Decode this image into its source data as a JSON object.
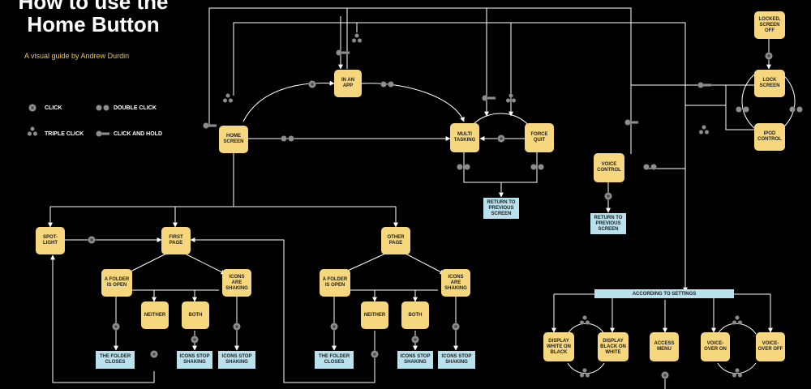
{
  "header": {
    "title_line1": "How to use the",
    "title_line2": "Home Button",
    "subtitle": "A visual guide by Andrew Durdin"
  },
  "legend": {
    "click": "CLICK",
    "double_click": "DOUBLE CLICK",
    "triple_click": "TRIPLE CLICK",
    "click_and_hold": "CLICK AND HOLD"
  },
  "nodes": {
    "home_screen": "HOME\nSCREEN",
    "in_an_app": "IN AN\nAPP",
    "multitasking": "MULTI\nTASKING",
    "force_quit": "FORCE\nQUIT",
    "voice_control": "VOICE\nCONTROL",
    "locked_screen_off": "LOCKED,\nSCREEN\nOFF",
    "lock_screen": "LOCK\nSCREEN",
    "ipod_control": "IPOD\nCONTROL",
    "spotlight": "SPOT-\nLIGHT",
    "first_page": "FIRST\nPAGE",
    "other_page": "OTHER\nPAGE",
    "folder_open_1": "A FOLDER\nIS OPEN",
    "icons_shaking_1": "ICONS\nARE\nSHAKING",
    "neither_1": "NEITHER",
    "both_1": "BOTH",
    "folder_open_2": "A FOLDER\nIS OPEN",
    "icons_shaking_2": "ICONS\nARE\nSHAKING",
    "neither_2": "NEITHER",
    "both_2": "BOTH",
    "display_white": "DISPLAY\nWHITE ON\nBLACK",
    "display_black": "DISPLAY\nBLACK ON\nWHITE",
    "access_menu": "ACCESS\nMENU",
    "voiceover_on": "VOICE-\nOVER ON",
    "voiceover_off": "VOICE-\nOVER OFF"
  },
  "results": {
    "return_prev_1": "RETURN TO\nPREVIOUS\nSCREEN",
    "return_prev_2": "RETURN TO\nPREVIOUS\nSCREEN",
    "folder_closes_1": "THE FOLDER\nCLOSES",
    "icons_stop_1a": "ICONS STOP\nSHAKING",
    "icons_stop_1b": "ICONS STOP\nSHAKING",
    "folder_closes_2": "THE FOLDER\nCLOSES",
    "icons_stop_2a": "ICONS STOP\nSHAKING",
    "icons_stop_2b": "ICONS STOP\nSHAKING"
  },
  "banner": {
    "according_to_settings": "ACCORDING TO SETTINGS"
  },
  "colors": {
    "background": "#000000",
    "node_fill": "#f6d77e",
    "result_fill": "#b9e2ee",
    "wire": "#ffffff",
    "button_icon": "#8e8e8e",
    "subtitle": "#f3c64e"
  }
}
